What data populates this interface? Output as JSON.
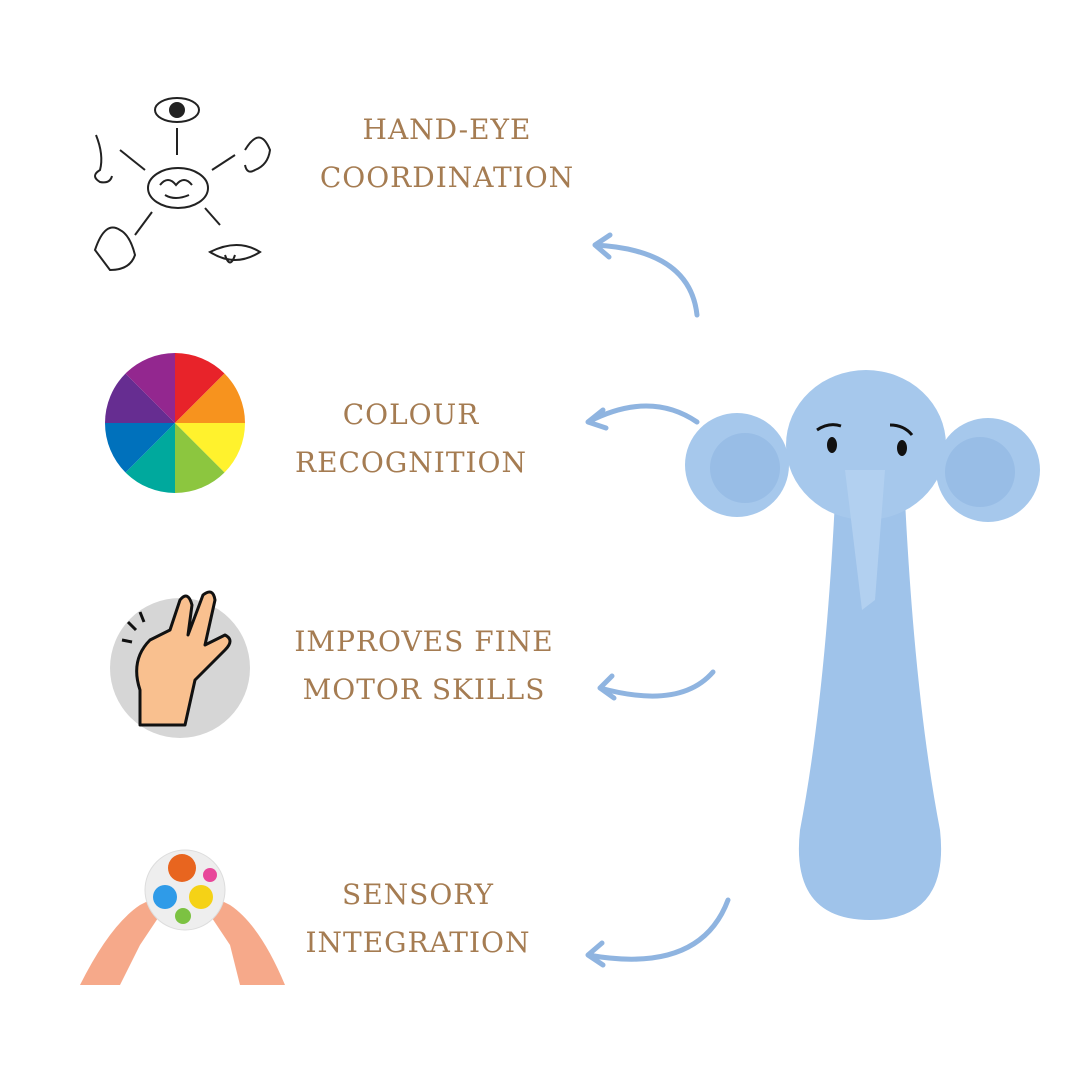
{
  "benefits": [
    {
      "line1": "HAND-EYE",
      "line2": "COORDINATION",
      "icon": "senses-brain-icon"
    },
    {
      "line1": "COLOUR",
      "line2": "RECOGNITION",
      "icon": "color-wheel-icon"
    },
    {
      "line1": "IMPROVES FINE",
      "line2": "MOTOR SKILLS",
      "icon": "hand-gesture-icon"
    },
    {
      "line1": "SENSORY",
      "line2": "INTEGRATION",
      "icon": "fidget-toy-icon"
    }
  ],
  "colors": {
    "text": "#a57c52",
    "arrow": "#8fb4e0",
    "toy": "#9fc3ea"
  }
}
